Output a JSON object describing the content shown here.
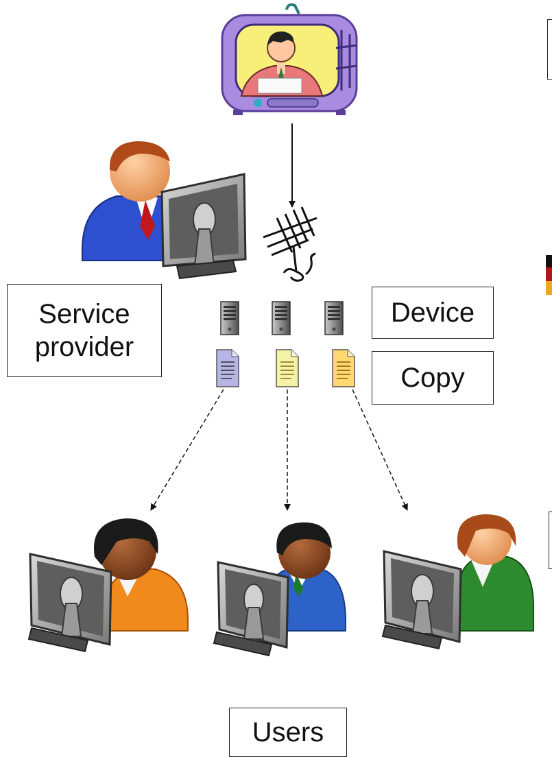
{
  "labels": {
    "service_provider_line1": "Service",
    "service_provider_line2": "provider",
    "device": "Device",
    "copy": "Copy",
    "users": "Users"
  },
  "icons": {
    "broadcaster": "tv-icon",
    "provider": "provider-at-computer-icon",
    "antenna": "antenna-icon",
    "devices": [
      "server-icon",
      "server-icon",
      "server-icon"
    ],
    "copies": [
      "document-icon",
      "document-icon",
      "document-icon"
    ],
    "users": [
      "user-orange-icon",
      "user-blue-icon",
      "user-green-icon"
    ]
  },
  "colors": {
    "doc_purple": "#b7b4e6",
    "doc_light_yellow": "#f4f1a8",
    "doc_yellow": "#ffd870",
    "tv_body": "#a98ce0",
    "tv_screen": "#f7ef7a",
    "shirt_orange": "#f08a1c",
    "shirt_blue": "#2d63c8",
    "shirt_green": "#2e8a2e"
  }
}
